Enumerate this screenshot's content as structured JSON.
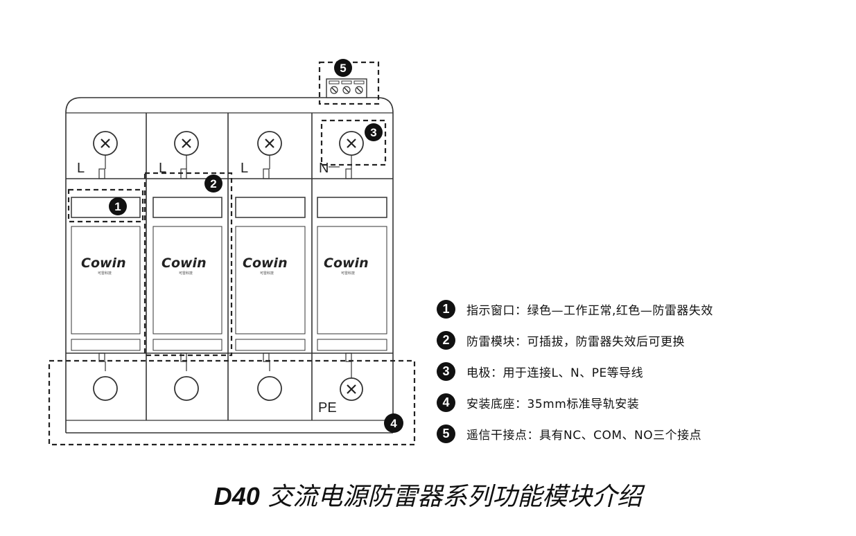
{
  "terminals": {
    "top": [
      "L",
      "L",
      "L",
      "N"
    ],
    "bottom": "PE"
  },
  "brand": {
    "name": "Cowin",
    "sub": "可雷科技"
  },
  "badges": [
    "1",
    "2",
    "3",
    "4",
    "5"
  ],
  "legend": [
    {
      "num": "1",
      "text": "指示窗口：绿色—工作正常,红色—防雷器失效"
    },
    {
      "num": "2",
      "text": "防雷模块：可插拔，防雷器失效后可更换"
    },
    {
      "num": "3",
      "text": "电极：用于连接L、N、PE等导线"
    },
    {
      "num": "4",
      "text": "安装底座：35mm标准导轨安装"
    },
    {
      "num": "5",
      "text": "遥信干接点：具有NC、COM、NO三个接点"
    }
  ],
  "caption": {
    "model": "D40",
    "title": "交流电源防雷器系列功能模块介绍"
  }
}
